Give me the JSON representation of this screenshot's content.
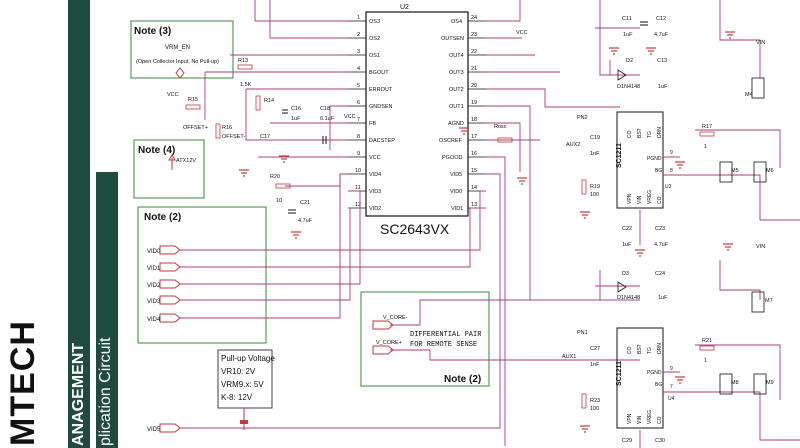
{
  "sidebar": {
    "brand": "MTECH",
    "section": "ANAGEMENT",
    "subtitle": "plication Circuit"
  },
  "notes": {
    "note3": "Note (3)",
    "note3_l1": "VRM_EN",
    "note3_l2": "(Open Collector Input, No Pull-up)",
    "note4": "Note (4)",
    "note4_l1": "ATX12V",
    "note2a": "Note (2)",
    "note2b": "Note (2)",
    "diff_l1": "DIFFERENTIAL PAIR",
    "diff_l2": "FOR REMOTE SENSE"
  },
  "pullup": {
    "title": "Pull-up Voltage",
    "l1": "VR10: 2V",
    "l2": "VRM9.x: 5V",
    "l3": "K-8: 12V"
  },
  "u2": {
    "ref": "U2",
    "part": "SC2643VX",
    "left_pins": [
      {
        "num": "1",
        "name": "OS3"
      },
      {
        "num": "2",
        "name": "OS2"
      },
      {
        "num": "3",
        "name": "OS1"
      },
      {
        "num": "4",
        "name": "BGOUT"
      },
      {
        "num": "5",
        "name": "ERROUT"
      },
      {
        "num": "6",
        "name": "GNDSEN"
      },
      {
        "num": "7",
        "name": "FB"
      },
      {
        "num": "8",
        "name": "DACSTEP"
      },
      {
        "num": "9",
        "name": "VCC"
      },
      {
        "num": "10",
        "name": "VID4"
      },
      {
        "num": "11",
        "name": "VID3"
      },
      {
        "num": "12",
        "name": "VID2"
      }
    ],
    "right_pins": [
      {
        "num": "24",
        "name": "OS4"
      },
      {
        "num": "23",
        "name": "OUTSEN"
      },
      {
        "num": "22",
        "name": "OUT4"
      },
      {
        "num": "21",
        "name": "OUT3"
      },
      {
        "num": "20",
        "name": "OUT2"
      },
      {
        "num": "19",
        "name": "OUT1"
      },
      {
        "num": "18",
        "name": "AGND"
      },
      {
        "num": "17",
        "name": "OSCREF"
      },
      {
        "num": "16",
        "name": "PGOOD"
      },
      {
        "num": "15",
        "name": "VID5"
      },
      {
        "num": "14",
        "name": "VID0"
      },
      {
        "num": "13",
        "name": "VID1"
      }
    ]
  },
  "vid_ports": [
    "VID0",
    "VID1",
    "VID2",
    "VID3",
    "VID4"
  ],
  "vid5_port": "VID5",
  "sense_ports": [
    "V_CORE-",
    "V_CORE+"
  ],
  "components": {
    "r13": "R13",
    "r13v": "1.5K",
    "r14": "R14",
    "r15": "R15",
    "offsetp": "OFFSET+",
    "r16": "R16",
    "offsetm": "OFFSET-",
    "c16": "C16",
    "c16v": "1uF",
    "c17": "C17",
    "c18": "C18",
    "c18v": "0.1uF",
    "vcc": "VCC",
    "r20": "R20",
    "r20v": "10",
    "c21": "C21",
    "c21v": "4.7uF",
    "rosc": "Rosc",
    "c11": "C11",
    "c11v": "1uF",
    "c12": "C12",
    "c12v": "4.7uF",
    "d2": "D2",
    "d2v": "D1N4148",
    "c13": "C13",
    "c13v": "1uF",
    "pn2": "PN2",
    "aux2": "AUX2",
    "c19": "C19",
    "c19v": "1nF",
    "r19": "R19",
    "r19v": "100",
    "u3": "U3",
    "sc1211": "SC1211",
    "c22": "C22",
    "c22v": "1uF",
    "c23": "C23",
    "c23v": "4.7uF",
    "d3": "D3",
    "d3v": "D1N4148",
    "c24": "C24",
    "c24v": "1uF",
    "pn1": "PN1",
    "aux1": "AUX1",
    "c27": "C27",
    "c27v": "1nF",
    "r23": "R23",
    "r23v": "100",
    "u4": "U4",
    "c29": "C29",
    "c30": "C30",
    "r17": "R17",
    "r17v": "1",
    "r21": "R21",
    "r21v": "1",
    "m4": "M4",
    "m5": "M5",
    "m6": "M6",
    "m7": "M7",
    "m8": "M8",
    "m9": "M9",
    "vin": "VIN",
    "sc_top": [
      "CO",
      "BST",
      "TG",
      "DRN"
    ],
    "sc_bot": [
      "VPN",
      "VIN",
      "VREG",
      "CO"
    ],
    "pgnd": "PGND",
    "bg": "BG",
    "pin9": "9",
    "pin8": "8",
    "pin7": "7"
  }
}
